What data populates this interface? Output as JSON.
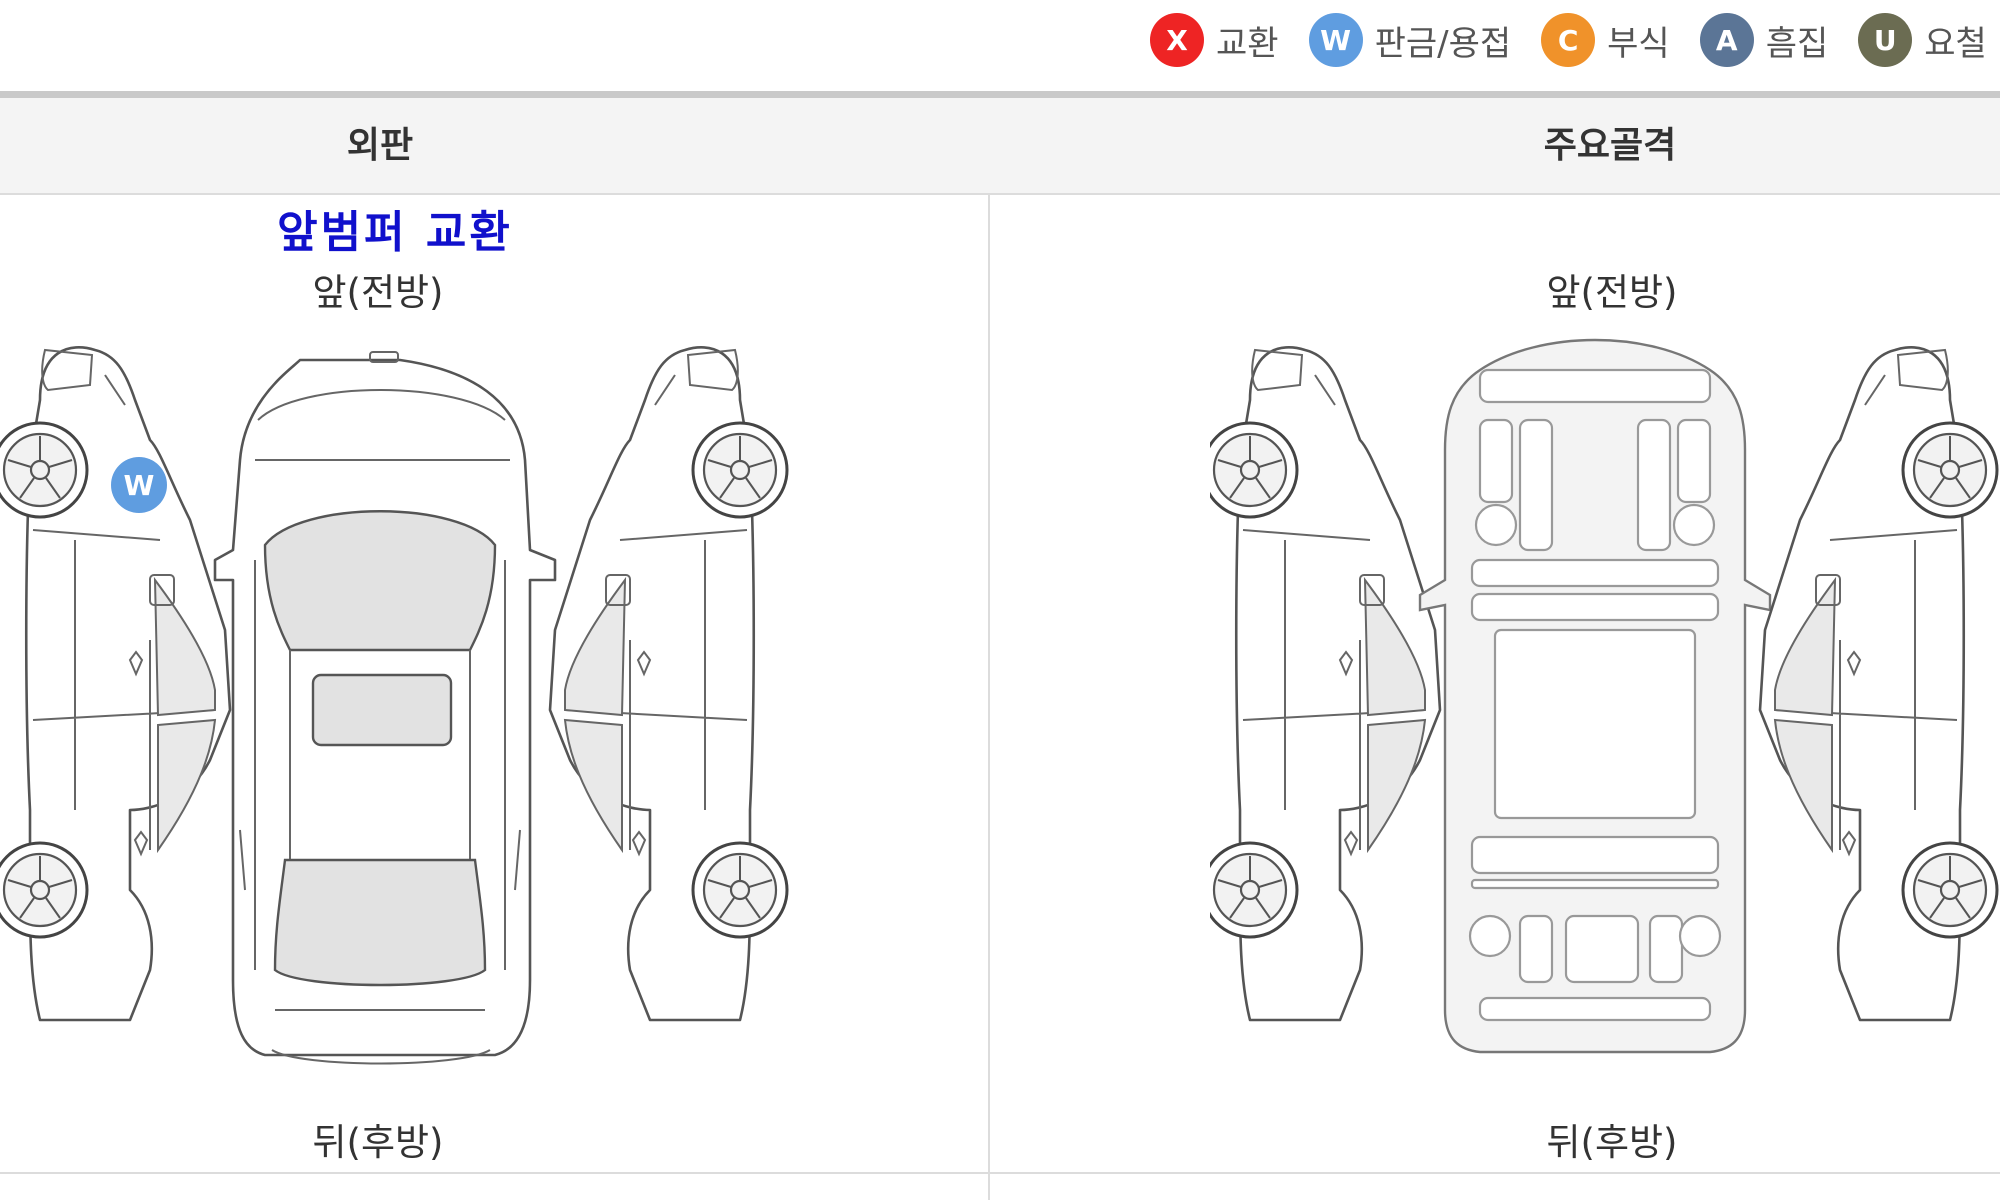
{
  "legend": [
    {
      "code": "X",
      "label": "교환",
      "color": "#ee2424"
    },
    {
      "code": "W",
      "label": "판금/용접",
      "color": "#5f9de0"
    },
    {
      "code": "C",
      "label": "부식",
      "color": "#f0922a"
    },
    {
      "code": "A",
      "label": "흠집",
      "color": "#5b7596"
    },
    {
      "code": "U",
      "label": "요철",
      "color": "#6b6c52"
    }
  ],
  "columns": {
    "exterior": "외판",
    "frame": "주요골격"
  },
  "exterior": {
    "note": "앞범퍼 교환",
    "front_label": "앞(전방)",
    "rear_label": "뒤(후방)",
    "marker_code": "W",
    "marker_color": "#5f9de0"
  },
  "frame": {
    "front_label": "앞(전방)",
    "rear_label": "뒤(후방)"
  }
}
